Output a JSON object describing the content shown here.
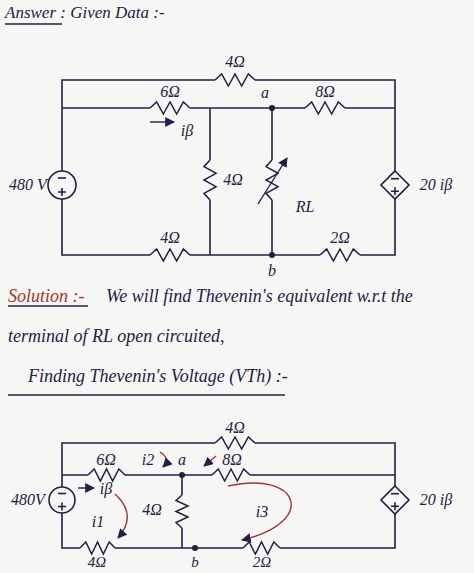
{
  "diagram": {
    "title": "Answer : Given Data :-",
    "labels": [
      "4Ω",
      "6Ω",
      "iβ",
      "a",
      "8Ω",
      "480 V",
      "4Ω",
      "RL",
      "20 iβ",
      "2Ω",
      "4Ω",
      "b",
      "Solution :-",
      "We will find Thevenin's equivalent w.r.t the terminal of RL open circuited,",
      "Finding Thevenin's Voltage (VTh) :-",
      "4Ω",
      "6Ω",
      "i2",
      "a",
      "8Ω",
      "iβ",
      "480V",
      "i1",
      "4Ω",
      "i3",
      "20 iβ",
      "4Ω",
      "b",
      "2Ω"
    ]
  }
}
